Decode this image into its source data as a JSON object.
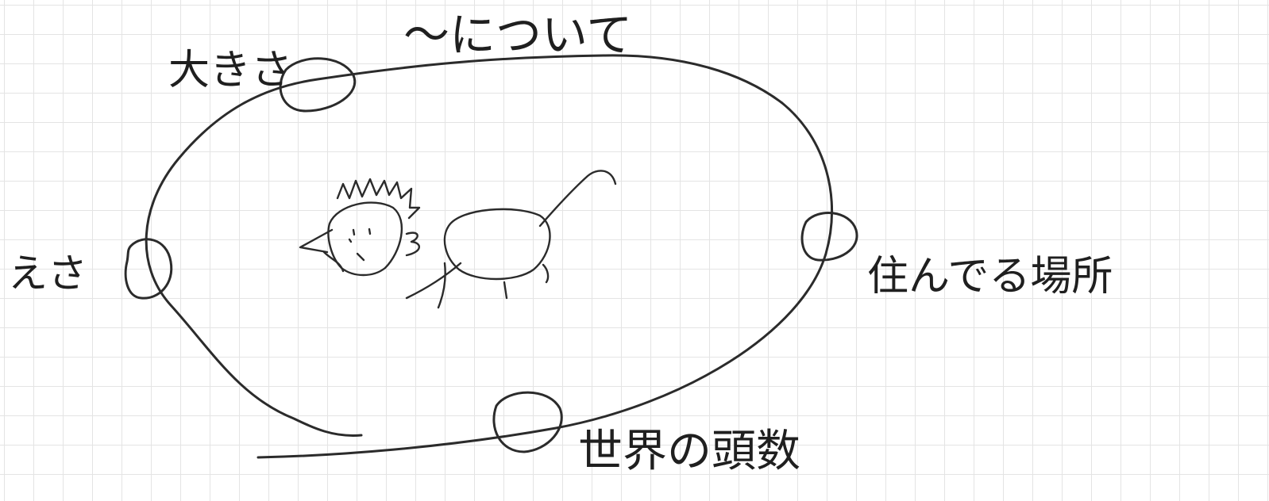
{
  "labels": {
    "title": "〜について",
    "top_left": "大きさ",
    "left": "えさ",
    "right": "住んでる場所",
    "bottom": "世界の頭数"
  }
}
